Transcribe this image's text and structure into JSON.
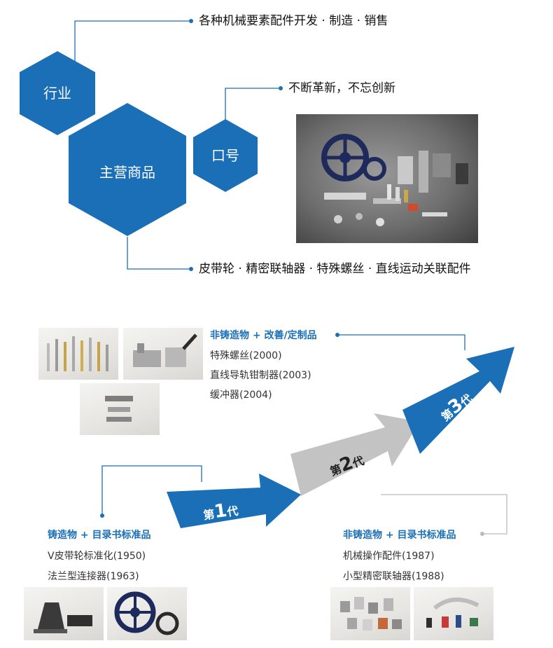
{
  "colors": {
    "blue": "#1a6fb7",
    "gray_arrow": "#c3c3c3",
    "line_gray": "#bbbbbb"
  },
  "hexagons": {
    "industry": "行业",
    "main_products": "主营商品",
    "slogan": "口号"
  },
  "taglines": {
    "industry": "各种机械要素配件开发 · 制造 · 销售",
    "slogan": "不断革新，不忘创新",
    "products": "皮带轮 · 精密联轴器 · 特殊螺丝 · 直线运动关联配件"
  },
  "generations": {
    "gen3": {
      "heading": "非铸造物 + 改善/定制品",
      "items": [
        "特殊螺丝(2000)",
        "直线导轨钳制器(2003)",
        "缓冲器(2004)"
      ]
    },
    "gen1": {
      "heading": "铸造物 + 目录书标准品",
      "items": [
        "V皮带轮标准化(1950)",
        "法兰型连接器(1963)"
      ]
    },
    "gen2": {
      "heading": "非铸造物 + 目录书标准品",
      "items": [
        "机械操作配件(1987)",
        "小型精密联轴器(1988)"
      ]
    }
  },
  "arrows": {
    "gen1": {
      "prefix": "第",
      "number": "1",
      "suffix": "代"
    },
    "gen2": {
      "prefix": "第",
      "number": "2",
      "suffix": "代"
    },
    "gen3": {
      "prefix": "第",
      "number": "3",
      "suffix": "代"
    }
  }
}
